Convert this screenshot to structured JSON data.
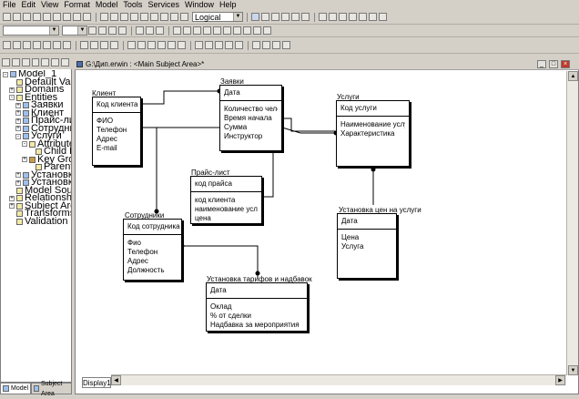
{
  "menu": [
    "File",
    "Edit",
    "View",
    "Format",
    "Model",
    "Tools",
    "Services",
    "Window",
    "Help"
  ],
  "toolbar": {
    "view_mode": "Logical"
  },
  "tree": {
    "root": "Model_1",
    "items": [
      {
        "label": "Model_1",
        "level": 0,
        "icon": "model-icon",
        "expander": "-"
      },
      {
        "label": "Default Values",
        "level": 1,
        "icon": "folder-icon",
        "expander": ""
      },
      {
        "label": "Domains",
        "level": 1,
        "icon": "folder-icon",
        "expander": "+"
      },
      {
        "label": "Entities",
        "level": 1,
        "icon": "folder-icon",
        "expander": "-"
      },
      {
        "label": "Заявки",
        "level": 2,
        "icon": "entity-icon",
        "expander": "+"
      },
      {
        "label": "Клиент",
        "level": 2,
        "icon": "entity-icon",
        "expander": "+"
      },
      {
        "label": "Прайс-лист",
        "level": 2,
        "icon": "entity-icon",
        "expander": "+"
      },
      {
        "label": "Сотрудники",
        "level": 2,
        "icon": "entity-icon",
        "expander": "+"
      },
      {
        "label": "Услуги",
        "level": 2,
        "icon": "entity-icon",
        "expander": "-"
      },
      {
        "label": "Attributes",
        "level": 3,
        "icon": "folder-icon",
        "expander": "-"
      },
      {
        "label": "Child Relatio",
        "level": 4,
        "icon": "relation-icon",
        "expander": ""
      },
      {
        "label": "Key Groups",
        "level": 3,
        "icon": "key-icon",
        "expander": "+"
      },
      {
        "label": "Parent Relatio",
        "level": 4,
        "icon": "relation-icon",
        "expander": ""
      },
      {
        "label": "Установка тари",
        "level": 2,
        "icon": "entity-icon",
        "expander": "+"
      },
      {
        "label": "Установка цен",
        "level": 2,
        "icon": "entity-icon",
        "expander": "+"
      },
      {
        "label": "Model Sources",
        "level": 1,
        "icon": "folder-icon",
        "expander": ""
      },
      {
        "label": "Relationships",
        "level": 1,
        "icon": "folder-icon",
        "expander": "+"
      },
      {
        "label": "Subject Areas",
        "level": 1,
        "icon": "folder-icon",
        "expander": "+"
      },
      {
        "label": "Transforms",
        "level": 1,
        "icon": "folder-icon",
        "expander": ""
      },
      {
        "label": "Validation Rules",
        "level": 1,
        "icon": "folder-icon",
        "expander": ""
      }
    ],
    "tabs": [
      "Model",
      "Subject Area"
    ]
  },
  "diagram": {
    "title": "G:\\Дип.erwin : <Main Subject Area>*",
    "display_tab": "Display1",
    "entities": [
      {
        "id": "klient",
        "name": "Клиент",
        "key": [
          "Код клиента"
        ],
        "attrs": [
          "ФИО",
          "Телефон",
          "Адрес",
          "E-mail"
        ]
      },
      {
        "id": "zayavki",
        "name": "Заявки",
        "key": [
          "Дата"
        ],
        "attrs": [
          "Количество человек",
          "Время начала",
          "Сумма",
          "Инструктор"
        ]
      },
      {
        "id": "uslugi",
        "name": "Услуги",
        "key": [
          "Код услуги"
        ],
        "attrs": [
          "Наименование услуги",
          "Характеристика"
        ]
      },
      {
        "id": "price",
        "name": "Прайс-лист",
        "key": [
          "код прайса"
        ],
        "attrs": [
          "код клиента",
          "наименование услуги",
          "цена"
        ]
      },
      {
        "id": "sotr",
        "name": "Сотрудники",
        "key": [
          "Код сотрудника"
        ],
        "attrs": [
          "Фио",
          "Телефон",
          "Адрес",
          "Должность"
        ]
      },
      {
        "id": "ustcen",
        "name": "Установка цен на услуги",
        "key": [
          "Дата"
        ],
        "attrs": [
          "Цена",
          "Услуга"
        ]
      },
      {
        "id": "usttar",
        "name": "Установка тарифов и надбавок",
        "key": [
          "Дата"
        ],
        "attrs": [
          "Оклад",
          "% от сделки",
          "Надбавка за мероприятия"
        ]
      }
    ]
  }
}
